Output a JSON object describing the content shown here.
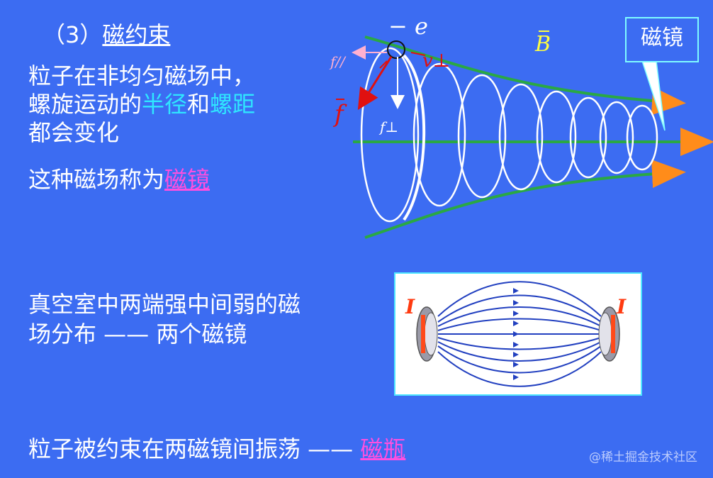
{
  "title": {
    "number": "（3）",
    "text": "磁约束"
  },
  "intro": {
    "line1": "粒子在非均匀磁场中，",
    "line2_prefix": "螺旋运动的",
    "radius": "半径",
    "and": "和",
    "pitch": "螺距",
    "line3": "都会变化"
  },
  "mirror_sentence": {
    "prefix": "这种磁场称为",
    "term": "磁镜"
  },
  "vacuum": {
    "line1": "真空室中两端强中间弱的磁",
    "line2": "场分布 —— 两个磁镜"
  },
  "bottle_sentence": {
    "prefix": "粒子被约束在两磁镜间振荡 —— ",
    "term": "磁瓶"
  },
  "diagram": {
    "charge_label": "− e",
    "field_label": "B",
    "force_label": "f",
    "f_parallel": "f//",
    "f_perp": "f⊥",
    "v_perp": "v⊥",
    "mirror_callout": "磁镜",
    "current_left": "I",
    "current_right": "I"
  },
  "watermark": "@稀土掘金技术社区",
  "colors": {
    "background": "#3c6cf2",
    "cyan": "#2fe6ff",
    "pink": "#ff4fe0",
    "field_line": "#2aa844",
    "arrow": "#ff8c1a",
    "force": "#e01010"
  }
}
